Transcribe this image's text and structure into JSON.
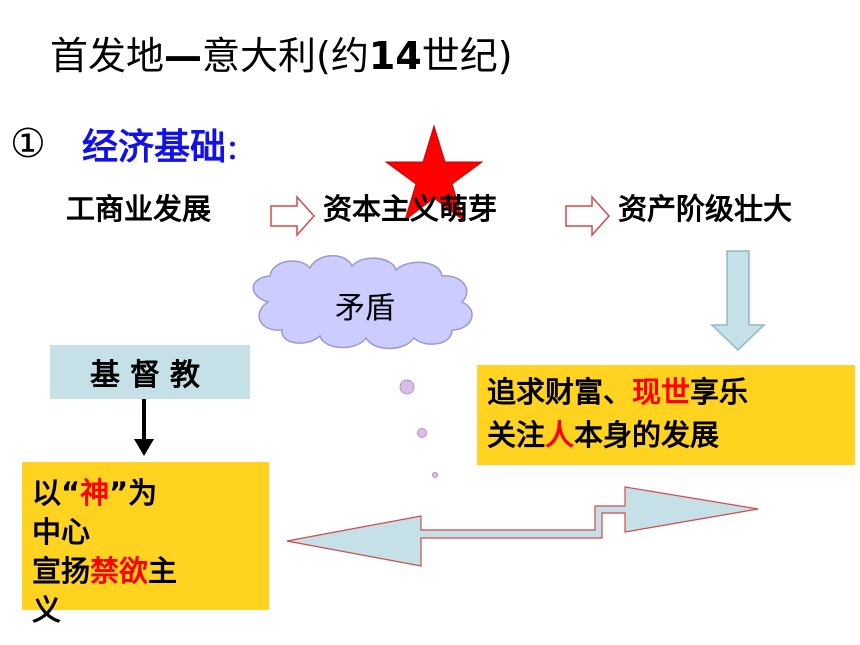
{
  "title": {
    "part1": "首发地",
    "dash": "—",
    "part2": "意大利(约",
    "num": "14",
    "part3": "世纪)"
  },
  "section": {
    "number": "①",
    "title": "经济基础",
    "colon": "："
  },
  "flow": {
    "step1": "工商业发展",
    "step2": "资本主义萌芽",
    "step3": "资产阶级壮大"
  },
  "cloud": {
    "label": "矛盾"
  },
  "christianity": {
    "label": "基督教"
  },
  "right_box": {
    "line1_a": "追求财富、",
    "line1_red": "现世",
    "line1_b": "享乐",
    "line2_a": "关注",
    "line2_red": "人",
    "line2_b": "本身的发展"
  },
  "left_box": {
    "line1_a": "以“",
    "line1_red": "神",
    "line1_b": "”为",
    "line2": "中心",
    "line3_a": "宣扬",
    "line3_red": "禁欲",
    "line3_b": "主",
    "line4": "义"
  },
  "colors": {
    "blue": "#1212e6",
    "red": "#ff0000",
    "yellow": "#ffd320",
    "light_cyan": "#c5e0e6",
    "cloud": "#ccccff",
    "cloud_dots": "#d9bde6"
  }
}
